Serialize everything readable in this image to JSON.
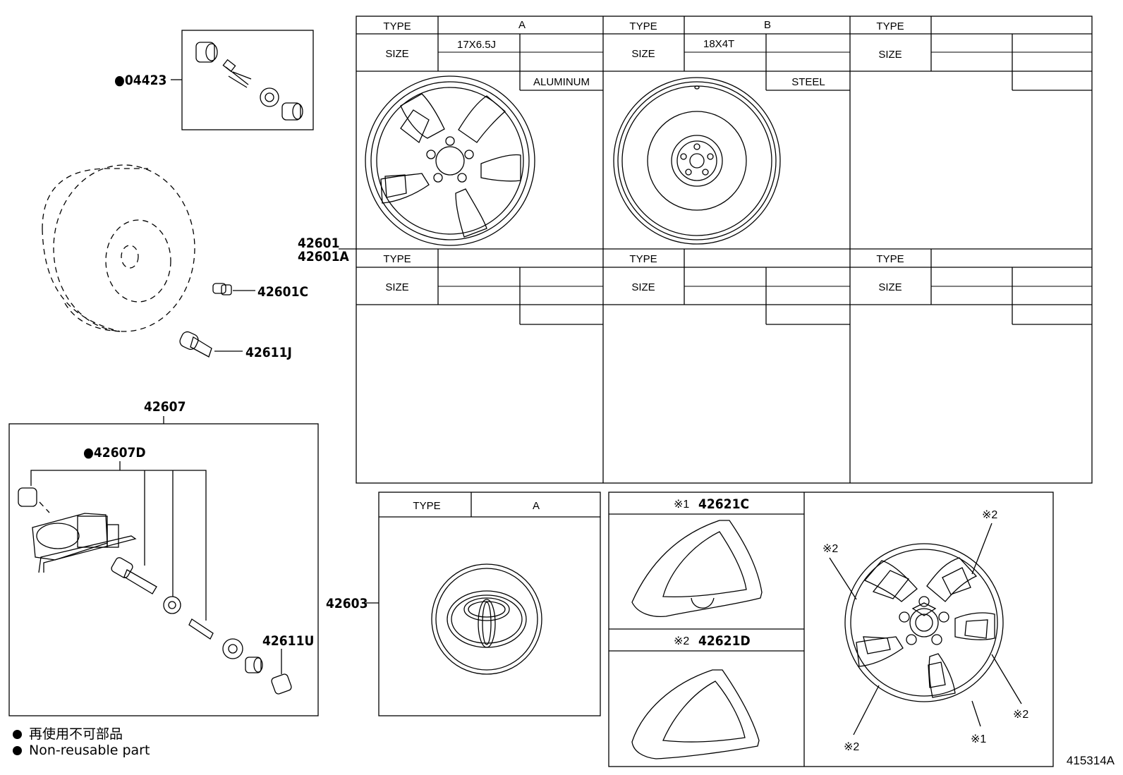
{
  "parts": {
    "valve_kit": "●04423",
    "tpms_valve_nut": "42601C",
    "valve_stem": "42611J",
    "sensor_assy": "42607",
    "sensor_parts": "●42607D",
    "valve_cap": "42611U",
    "wheel_1": "42601",
    "wheel_2": "42601A",
    "center_ornament": "42603",
    "cap_ornament_1": "42621C",
    "cap_ornament_2": "42621D"
  },
  "table": {
    "type_label": "TYPE",
    "size_label": "SIZE",
    "col_a_type": "A",
    "col_a_size": "17X6.5J",
    "col_a_material": "ALUMINUM",
    "col_b_type": "B",
    "col_b_size": "18X4T",
    "col_b_material": "STEEL"
  },
  "ornament_table": {
    "type_label": "TYPE",
    "type_value": "A"
  },
  "cap_refs": {
    "ref_1_mark": "※1",
    "ref_2_mark": "※2"
  },
  "legend": {
    "line_jp": "再使用不可部品",
    "line_en": "Non-reusable part"
  },
  "diagram_id": "415314A"
}
